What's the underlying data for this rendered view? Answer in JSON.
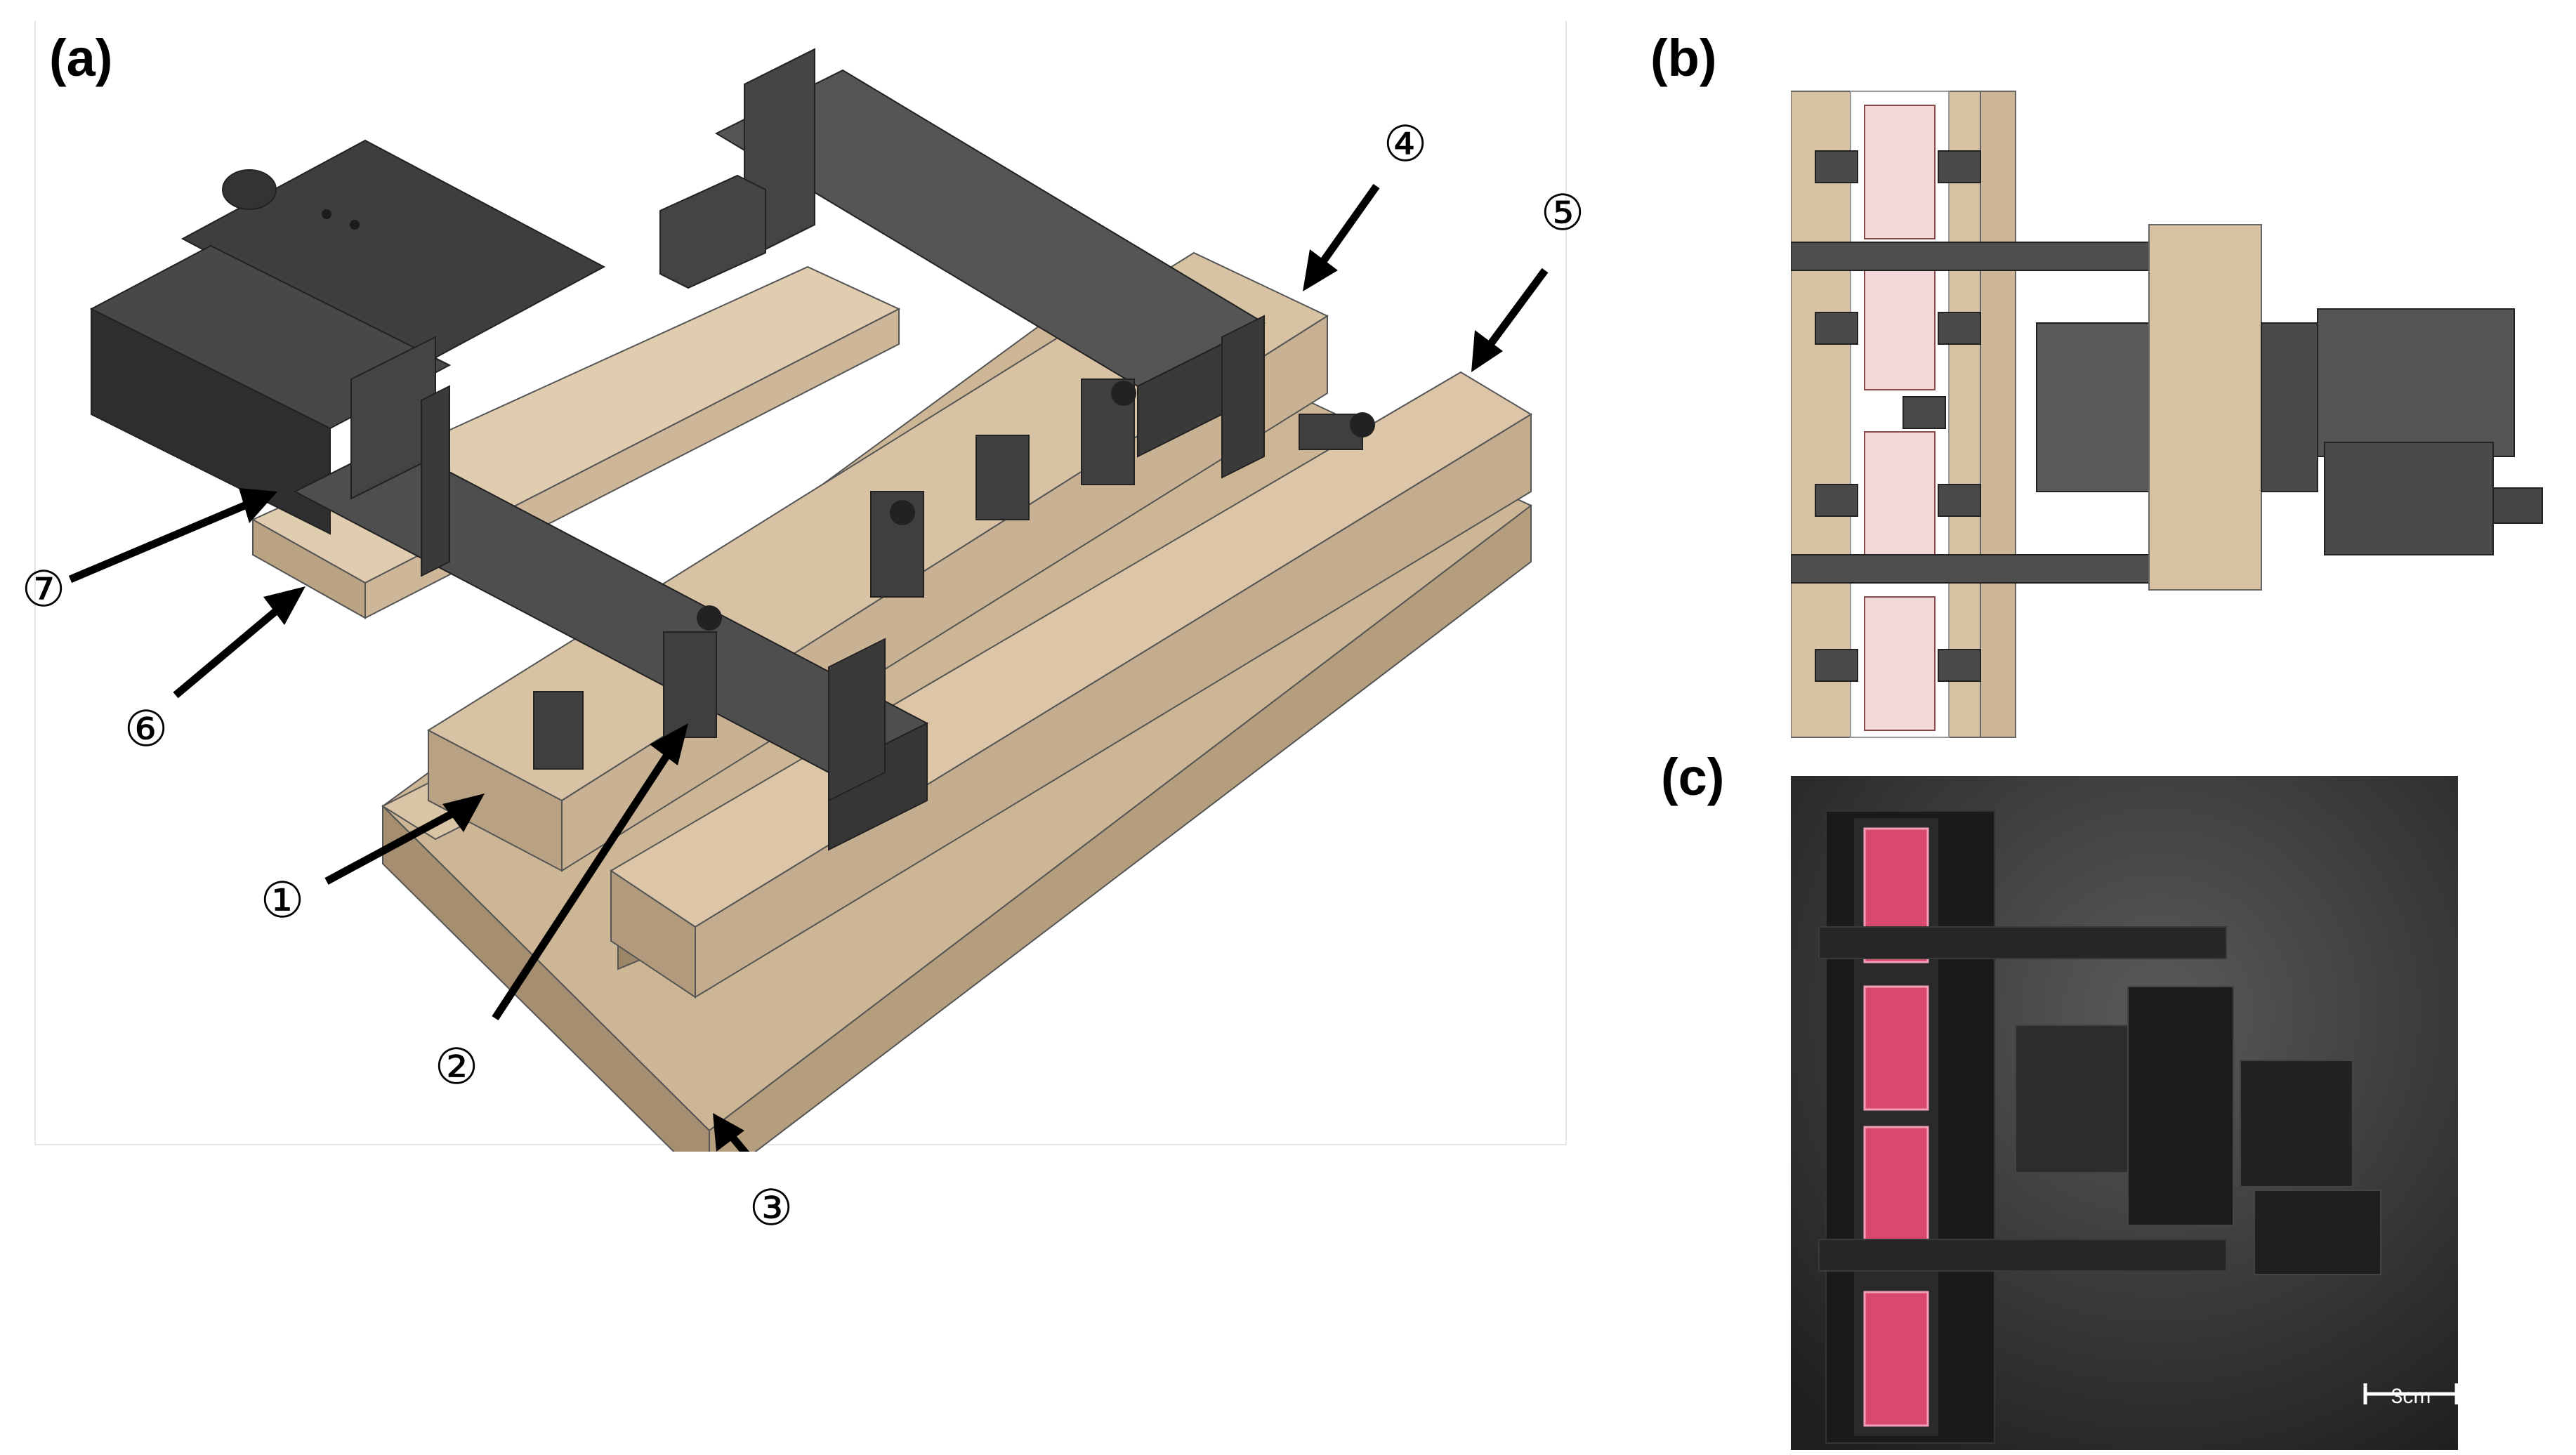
{
  "panels": {
    "a": {
      "label": "(a)"
    },
    "b": {
      "label": "(b)"
    },
    "c": {
      "label": "(c)"
    }
  },
  "callouts": [
    "①",
    "②",
    "③",
    "④",
    "⑤",
    "⑥",
    "⑦"
  ],
  "scale_bar": {
    "label": "3cm"
  },
  "colors": {
    "tan_face": "#D8C2A4",
    "tan_side": "#C4AD8F",
    "tan_dark": "#A89274",
    "dark_part": "#4A4A4A",
    "dark_part_top": "#5C5C5C",
    "photo_bg": "#2B2B2B",
    "tissue_pink": "#D9486E"
  }
}
